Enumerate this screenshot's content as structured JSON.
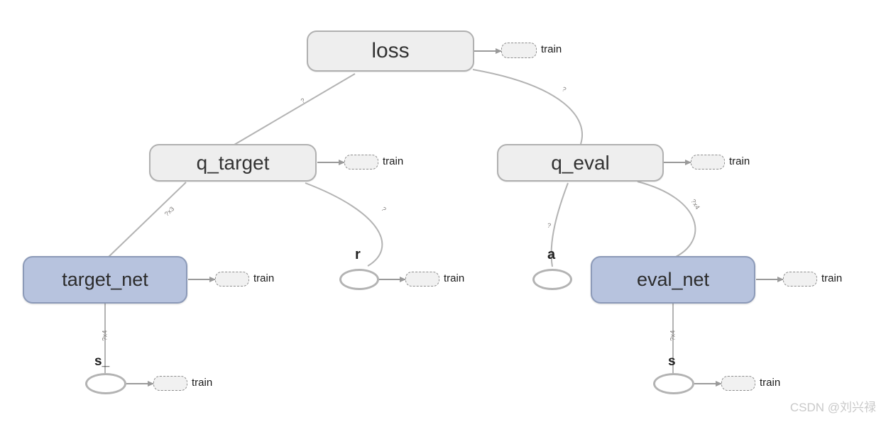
{
  "diagram": {
    "title": "DQN computational graph",
    "colors": {
      "op_fill": "#eeeeee",
      "op_stroke": "#b0b0b0",
      "net_fill": "#b7c3de",
      "net_stroke": "#8c9ab8",
      "edge": "#b3b3b3",
      "edge_label": "#7d7a78",
      "train_box_fill": "#f1f1f1",
      "train_box_stroke": "#8d8d8d",
      "background": "#ffffff",
      "watermark": "#c9c9c9"
    },
    "nodes": [
      {
        "id": "loss",
        "label": "loss",
        "kind": "op"
      },
      {
        "id": "q_target",
        "label": "q_target",
        "kind": "op"
      },
      {
        "id": "q_eval",
        "label": "q_eval",
        "kind": "op"
      },
      {
        "id": "target_net",
        "label": "target_net",
        "kind": "net"
      },
      {
        "id": "eval_net",
        "label": "eval_net",
        "kind": "net"
      },
      {
        "id": "r",
        "label": "r",
        "kind": "ellipse"
      },
      {
        "id": "a",
        "label": "a",
        "kind": "ellipse"
      },
      {
        "id": "s_",
        "label": "s_",
        "kind": "ellipse"
      },
      {
        "id": "s",
        "label": "s",
        "kind": "ellipse"
      }
    ],
    "edges": [
      {
        "from": "q_target",
        "to": "loss",
        "label": "?"
      },
      {
        "from": "q_eval",
        "to": "loss",
        "label": "?"
      },
      {
        "from": "target_net",
        "to": "q_target",
        "label": "?x3"
      },
      {
        "from": "r",
        "to": "q_target",
        "label": "?"
      },
      {
        "from": "a",
        "to": "q_eval",
        "label": "?"
      },
      {
        "from": "eval_net",
        "to": "q_eval",
        "label": "?x4"
      },
      {
        "from": "s_",
        "to": "target_net",
        "label": "?x4"
      },
      {
        "from": "s",
        "to": "eval_net",
        "label": "?x4"
      }
    ],
    "train_annotations": [
      {
        "for": "loss",
        "label": "train"
      },
      {
        "for": "q_target",
        "label": "train"
      },
      {
        "for": "q_eval",
        "label": "train"
      },
      {
        "for": "target_net",
        "label": "train"
      },
      {
        "for": "eval_net",
        "label": "train"
      },
      {
        "for": "r",
        "label": "train"
      },
      {
        "for": "s_",
        "label": "train"
      },
      {
        "for": "s",
        "label": "train"
      }
    ],
    "watermark": "CSDN @刘兴禄"
  }
}
